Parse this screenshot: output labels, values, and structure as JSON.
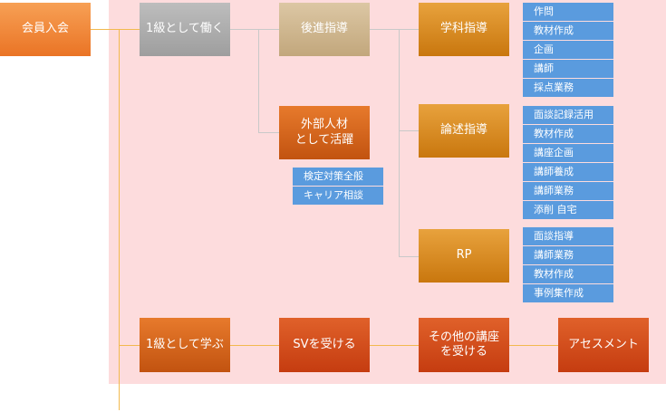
{
  "nodes": {
    "kaiin": "会員入会",
    "hataraku": "1級として働く",
    "kouhai": "後進指導",
    "gakka": "学科指導",
    "gaibu": "外部人材\nとして活躍",
    "ronjutsu": "論述指導",
    "rp": "RP",
    "manabu": "1級として学ぶ",
    "sv": "SVを受ける",
    "sonota": "その他の講座\nを受ける",
    "assessment": "アセスメント"
  },
  "lists": {
    "gakka": [
      "作問",
      "教材作成",
      "企画",
      "講師",
      "採点業務"
    ],
    "gaibu": [
      "検定対策全般",
      "キャリア相談"
    ],
    "ronjutsu": [
      "面談記録活用",
      "教材作成",
      "講座企画",
      "講師養成",
      "講師業務",
      "添削 自宅"
    ],
    "rp": [
      "面談指導",
      "講師業務",
      "教材作成",
      "事例集作成"
    ]
  },
  "colors": {
    "background_panel": "#fddcdd",
    "list_item": "#5a9bde",
    "connector_gray": "#c9c9c9",
    "connector_gold": "#f2b94e"
  }
}
